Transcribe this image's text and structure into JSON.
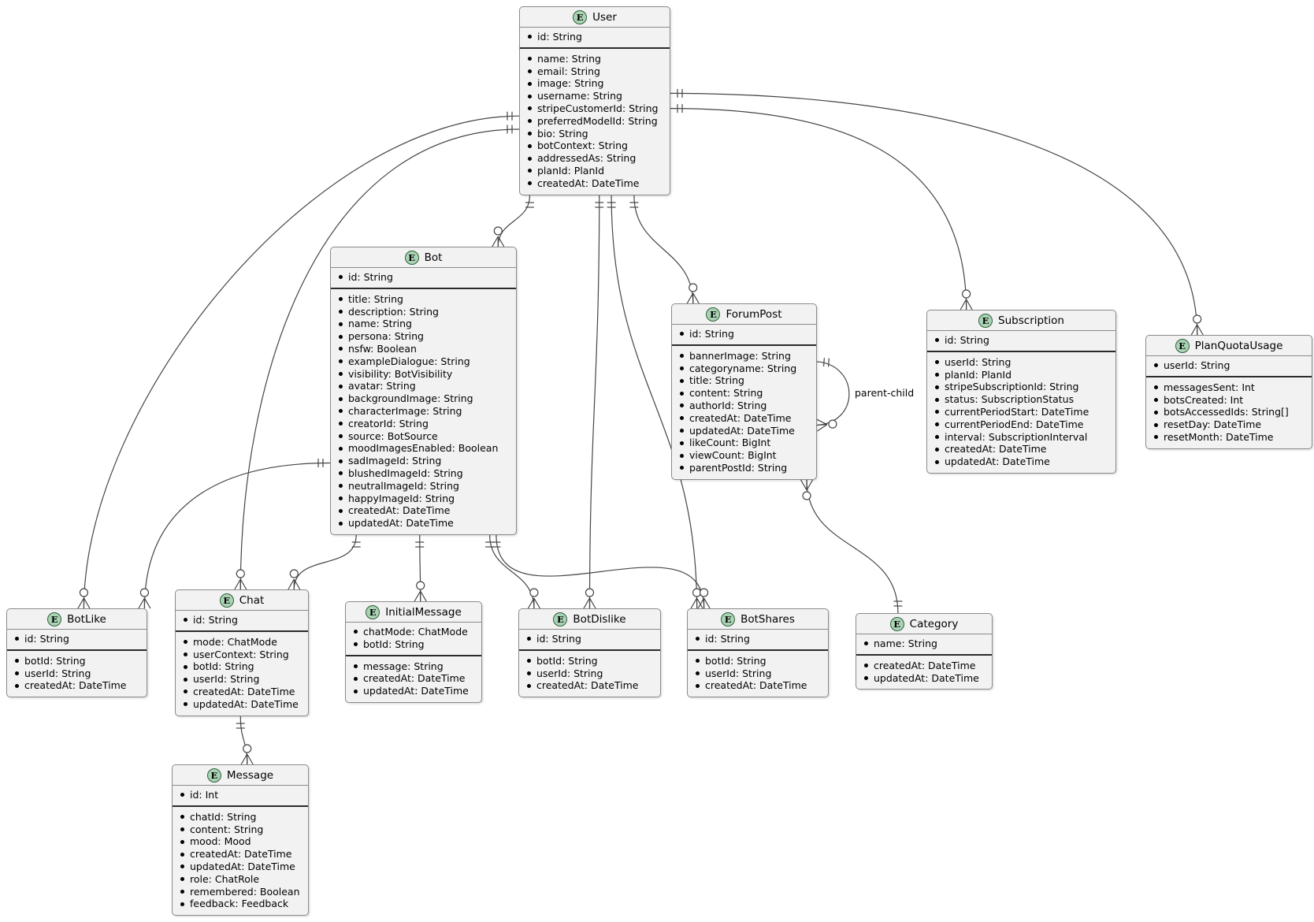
{
  "colors": {
    "background": "#ffffff",
    "entity_fill": "#f2f2f2",
    "entity_border": "#8a8a8a",
    "key_divider": "#2b2b2b",
    "badge_fill": "#a9d3b4",
    "badge_border": "#2f5f3a",
    "line": "#454545",
    "text": "#000000"
  },
  "diagram": {
    "badge_letter": "E",
    "self_relationship_label": "parent-child",
    "entities": [
      {
        "id": "user",
        "name": "User",
        "keys": [
          "id: String"
        ],
        "fields": [
          "name: String",
          "email: String",
          "image: String",
          "username: String",
          "stripeCustomerId: String",
          "preferredModelId: String",
          "bio: String",
          "botContext: String",
          "addressedAs: String",
          "planId: PlanId",
          "createdAt: DateTime"
        ]
      },
      {
        "id": "bot",
        "name": "Bot",
        "keys": [
          "id: String"
        ],
        "fields": [
          "title: String",
          "description: String",
          "name: String",
          "persona: String",
          "nsfw: Boolean",
          "exampleDialogue: String",
          "visibility: BotVisibility",
          "avatar: String",
          "backgroundImage: String",
          "characterImage: String",
          "creatorId: String",
          "source: BotSource",
          "moodImagesEnabled: Boolean",
          "sadImageId: String",
          "blushedImageId: String",
          "neutralImageId: String",
          "happyImageId: String",
          "createdAt: DateTime",
          "updatedAt: DateTime"
        ]
      },
      {
        "id": "forumpost",
        "name": "ForumPost",
        "keys": [
          "id: String"
        ],
        "fields": [
          "bannerImage: String",
          "categoryname: String",
          "title: String",
          "content: String",
          "authorId: String",
          "createdAt: DateTime",
          "updatedAt: DateTime",
          "likeCount: BigInt",
          "viewCount: BigInt",
          "parentPostId: String"
        ]
      },
      {
        "id": "subscription",
        "name": "Subscription",
        "keys": [
          "id: String"
        ],
        "fields": [
          "userId: String",
          "planId: PlanId",
          "stripeSubscriptionId: String",
          "status: SubscriptionStatus",
          "currentPeriodStart: DateTime",
          "currentPeriodEnd: DateTime",
          "interval: SubscriptionInterval",
          "createdAt: DateTime",
          "updatedAt: DateTime"
        ]
      },
      {
        "id": "planquotausage",
        "name": "PlanQuotaUsage",
        "keys": [
          "userId: String"
        ],
        "fields": [
          "messagesSent: Int",
          "botsCreated: Int",
          "botsAccessedIds: String[]",
          "resetDay: DateTime",
          "resetMonth: DateTime"
        ]
      },
      {
        "id": "botlike",
        "name": "BotLike",
        "keys": [
          "id: String"
        ],
        "fields": [
          "botId: String",
          "userId: String",
          "createdAt: DateTime"
        ]
      },
      {
        "id": "chat",
        "name": "Chat",
        "keys": [
          "id: String"
        ],
        "fields": [
          "mode: ChatMode",
          "userContext: String",
          "botId: String",
          "userId: String",
          "createdAt: DateTime",
          "updatedAt: DateTime"
        ]
      },
      {
        "id": "initialmessage",
        "name": "InitialMessage",
        "keys": [
          "chatMode: ChatMode",
          "botId: String"
        ],
        "fields": [
          "message: String",
          "createdAt: DateTime",
          "updatedAt: DateTime"
        ]
      },
      {
        "id": "botdislike",
        "name": "BotDislike",
        "keys": [
          "id: String"
        ],
        "fields": [
          "botId: String",
          "userId: String",
          "createdAt: DateTime"
        ]
      },
      {
        "id": "botshares",
        "name": "BotShares",
        "keys": [
          "id: String"
        ],
        "fields": [
          "botId: String",
          "userId: String",
          "createdAt: DateTime"
        ]
      },
      {
        "id": "category",
        "name": "Category",
        "keys": [
          "name: String"
        ],
        "fields": [
          "createdAt: DateTime",
          "updatedAt: DateTime"
        ]
      },
      {
        "id": "message",
        "name": "Message",
        "keys": [
          "id: Int"
        ],
        "fields": [
          "chatId: String",
          "content: String",
          "mood: Mood",
          "createdAt: DateTime",
          "updatedAt: DateTime",
          "role: ChatRole",
          "remembered: Boolean",
          "feedback: Feedback"
        ]
      }
    ],
    "relationships": [
      {
        "parent": "User",
        "child": "Bot",
        "parent_cardinality": "exactly-one",
        "child_cardinality": "zero-or-many",
        "label": ""
      },
      {
        "parent": "User",
        "child": "BotDislike",
        "parent_cardinality": "exactly-one",
        "child_cardinality": "zero-or-many",
        "label": ""
      },
      {
        "parent": "User",
        "child": "BotShares",
        "parent_cardinality": "exactly-one",
        "child_cardinality": "zero-or-many",
        "label": ""
      },
      {
        "parent": "User",
        "child": "ForumPost",
        "parent_cardinality": "exactly-one",
        "child_cardinality": "zero-or-many",
        "label": ""
      },
      {
        "parent": "User",
        "child": "Subscription",
        "parent_cardinality": "exactly-one",
        "child_cardinality": "zero-or-many",
        "label": ""
      },
      {
        "parent": "User",
        "child": "PlanQuotaUsage",
        "parent_cardinality": "exactly-one",
        "child_cardinality": "zero-or-many",
        "label": ""
      },
      {
        "parent": "User",
        "child": "BotLike",
        "parent_cardinality": "exactly-one",
        "child_cardinality": "zero-or-many",
        "label": ""
      },
      {
        "parent": "User",
        "child": "Chat",
        "parent_cardinality": "exactly-one",
        "child_cardinality": "zero-or-many",
        "label": ""
      },
      {
        "parent": "Bot",
        "child": "Chat",
        "parent_cardinality": "exactly-one",
        "child_cardinality": "zero-or-many",
        "label": ""
      },
      {
        "parent": "Bot",
        "child": "InitialMessage",
        "parent_cardinality": "exactly-one",
        "child_cardinality": "zero-or-many",
        "label": ""
      },
      {
        "parent": "Bot",
        "child": "BotDislike",
        "parent_cardinality": "exactly-one",
        "child_cardinality": "zero-or-many",
        "label": ""
      },
      {
        "parent": "Bot",
        "child": "BotShares",
        "parent_cardinality": "exactly-one",
        "child_cardinality": "zero-or-many",
        "label": ""
      },
      {
        "parent": "Bot",
        "child": "BotLike",
        "parent_cardinality": "exactly-one",
        "child_cardinality": "zero-or-many",
        "label": ""
      },
      {
        "parent": "Chat",
        "child": "Message",
        "parent_cardinality": "exactly-one",
        "child_cardinality": "zero-or-many",
        "label": ""
      },
      {
        "parent": "Category",
        "child": "ForumPost",
        "parent_cardinality": "exactly-one",
        "child_cardinality": "zero-or-many",
        "label": ""
      },
      {
        "parent": "ForumPost",
        "child": "ForumPost",
        "parent_cardinality": "exactly-one",
        "child_cardinality": "zero-or-many",
        "label": "parent-child"
      }
    ]
  }
}
